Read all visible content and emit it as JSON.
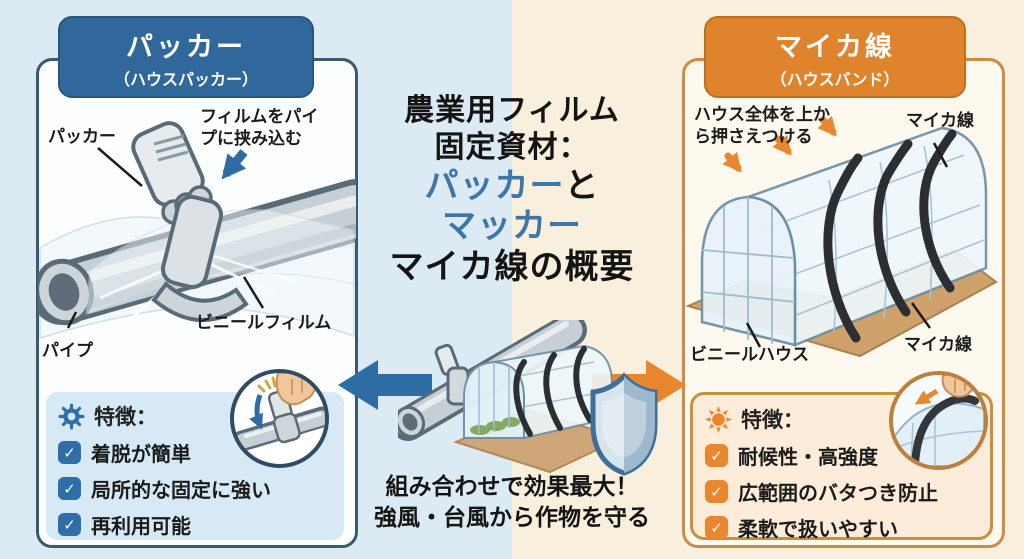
{
  "colors": {
    "bg_left": "#dceaf4",
    "bg_right": "#f8f0dd",
    "left_accent": "#30689c",
    "right_accent": "#e0832d",
    "title_blue": "#3e76a8",
    "left_check": "#2f6ea8",
    "right_check": "#e8872e",
    "arrow_blue": "#2e6da4",
    "arrow_orange": "#e8862d",
    "band_black": "#2b2e33",
    "ground_tan": "#cfa16b"
  },
  "title": {
    "line1": "農業用フィルム",
    "line2": "固定資材：",
    "line3_blue": "パッカー",
    "line3_black": "と",
    "line4": "マッカー",
    "line5": "マイカ線の概要"
  },
  "center": {
    "caption_line1": "組み合わせで効果最大！",
    "caption_line2": "強風・台風から作物を守る",
    "left_arrow_icon": "arrow-left-icon",
    "right_arrow_icon": "arrow-right-icon",
    "shield_icon": "shield-icon"
  },
  "left_panel": {
    "header_title": "パッカー",
    "header_subtitle": "（ハウスパッカー）",
    "labels": {
      "packer": "パッカー",
      "film_clip_line1": "フィルムをパイ",
      "film_clip_line2": "プに挟み込む",
      "vinyl_film": "ビニールフィルム",
      "pipe": "パイプ"
    },
    "features_icon": "gear-icon",
    "features_title": "特徴：",
    "features": [
      "着脱が簡単",
      "局所的な固定に強い",
      "再利用可能"
    ],
    "check_icon": "check-icon"
  },
  "right_panel": {
    "header_title": "マイカ線",
    "header_subtitle": "（ハウスバンド）",
    "labels": {
      "press_line1": "ハウス全体を上か",
      "press_line2": "ら押さえつける",
      "mica_line_top": "マイカ線",
      "vinyl_house": "ビニールハウス",
      "mica_line_bottom": "マイカ線"
    },
    "features_icon": "sun-icon",
    "features_title": "特徴：",
    "features": [
      "耐候性・高強度",
      "広範囲のバタつき防止",
      "柔軟で扱いやすい"
    ],
    "check_icon": "check-icon"
  }
}
